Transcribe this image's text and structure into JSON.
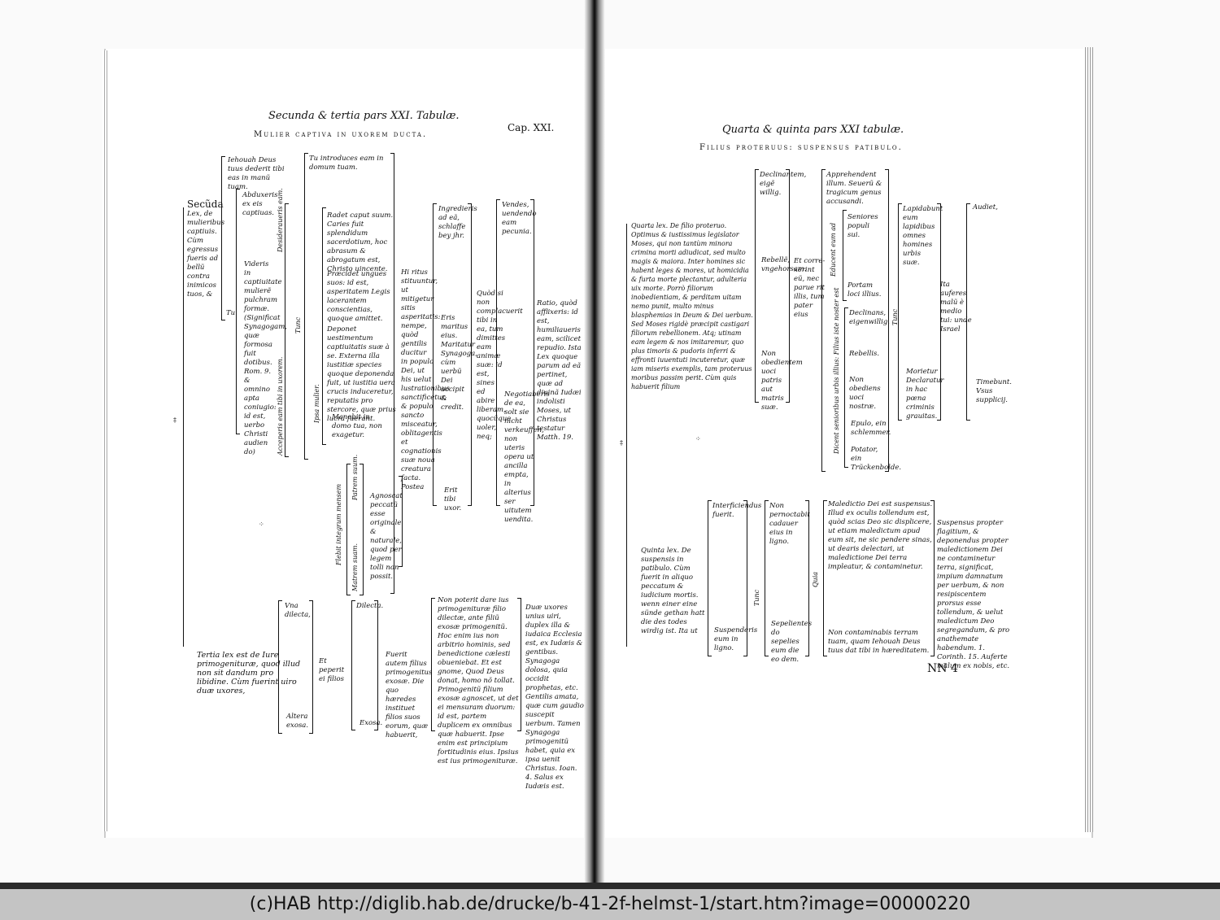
{
  "footer": "(c)HAB http://diglib.hab.de/drucke/b-41-2f-helmst-1/start.htm?image=00000220",
  "left": {
    "running_head": "Secunda & tertia pars XXI. Tabulæ.",
    "chapter": "Cap. XXI.",
    "title": "Mulier captiva in uxorem ducta.",
    "secunda_label": "Secũda",
    "secunda_text": "Lex, de mulieribus captiuis. Cùm egressus fueris ad bellũ contra inimicos tuos, &",
    "jehovah": "Iehouah Deus tuus dederit tibi eas in manũ tuam.",
    "abduxeris": "Abduxeris ex eis captiuas.",
    "tu": "Tu",
    "videris": "Videris in captiuitate mulierẽ pulchram formæ. (Significat Synagogam, quæ formosa fuit dotibus. Rom. 9. & omnino apta coniugio: id est, uerbo Christi audien do)",
    "dexamaueris": "Desideraueris eam.",
    "acceperis": "Acceperis eam tibi in uxorem.",
    "tunc": "Tunc",
    "introduces": "Tu introduces eam in domum tuam.",
    "radet": "Radet caput suum. Caries fuit splendidum sacerdotium, hoc abrasum & abrogatum est, Christo uincente.",
    "praecidet": "Præcidet ungues suos: id est, asperitatem Legis lacerantem conscientias, quoque amittet.",
    "deponet": "Deponet uestimentum captiuitatis suæ à se. Externa illa iustitiæ species quoque deponenda fuit, ut iustitia uera crucis induceretur, reputatis pro stercore, quæ prius lucra fuerant.",
    "manebit": "Manebit in domo tua, non exagetur.",
    "ipsa_mulier": "Ipsa mulier.",
    "flebit": "Flebit integrum mensem",
    "patrem": "Patrem suum.",
    "matrem": "Matrem suam.",
    "agnoscat": "Agnoscat peccatũ esse originale & naturale, quod per legem tolli non possit.",
    "hi_ritus": "Hi ritus stituuntur, ut mitigetur sitis asperitatis: nempe, quòd gentilis ducitur in populo Dei, ut his uelut lustrationibus sanctificetur, & populo sancto misceatur, oblitagentis et cognationis suæ noua creatura facta. Postea",
    "ingredieris": "Ingredieris ad eã, schlaffe bey jhr.",
    "eris": "Eris maritus eius. Maritatur Synagoga, cùm uerbũ Dei accipit & credit.",
    "erit": "Erit tibi uxor.",
    "quod": "Quòd si non complacuerit tibi in ea, tum dimittes eam animæ suæ: id est, sines ed abire liberam, quocũque uoler, neq;",
    "vendes": "Vendes, uendendo eam pecunia.",
    "negotiaberis": "Negotiaberis de ea, solt sie nicht verkeuffen, non uteris opera ut ancilla empta, in alterius ser uitutem uendita.",
    "ratio": "Ratio, quòd afflixeris: id est, humiliaueris eam, scilicet repudio. Ista Lex quoque parum ad eã pertinet, quæ ad diuinã Iudæi indolisti Moses, ut Christus testatur Matth. 19.",
    "tertia": "Tertia lex est de Iure primogenituræ, quod illud non sit dandum pro libidine. Cùm fuerint uiro duæ uxores,",
    "una": "Vna dilecta,",
    "altera": "Altera exosa.",
    "et_peperit": "Et peperit ei filios",
    "dilecta": "Dilecta.",
    "exosa": "Exosa.",
    "fuerit": "Fuerit autem filius primogenitus exosæ. Die quo hæredes instituet filios suos eorum, quæ habuerit,",
    "non_poterit": "Non poterit dare ius primogenituræ filio dilectæ, ante filiũ exosæ primogenitũ. Hoc enim ius non arbitrio hominis, sed benedictione cælesti obueniebat. Et est gnome, Quod Deus donat, homo nõ tollat. Primogenitũ filium exosæ agnoscet, ut det ei mensuram duorum: id est, partem duplicem ex omnibus quæ habuerit. Ipse enim est principium fortitudinis eius. Ipsius est ius primogenituræ.",
    "duae": "Duæ uxores unius uiri, duplex illa & iudaica Ecclesia est, ex Iudæis & gentibus. Synagoga dolosa, quia occidit prophetas, etc. Gentilis amata, quæ cum gaudio suscepit uerbum. Tamen Synagoga primogenitũ habet, quia ex ipsa uenit Christus. Ioan. 4. Salus ex Iudæis est."
  },
  "right": {
    "running_head": "Quarta & quinta pars XXI tabulæ.",
    "title": "Filius proteruus: suspensus patibulo.",
    "quarta": "Quarta lex. De filio proteruo. Optimus & iustissimus legislator Moses, qui non tantùm minora crimina morti adiudicat, sed multo magis & maiora. Inter homines sic habent leges & mores, ut homicidia & furta morte plectantur, adulteria uix morte. Porrò filiorum inobedientiam, & perditam uitam nemo punit, multo minus blasphemias in Deum & Dei uerbum. Sed Moses rigidè præcipit castigari filiorum rebellionem. Atq; utinam eam legem & nos imitaremur, quo plus timoris & pudoris inferri & effronti iuuentuti incuteretur, quæ iam miseris exemplis, tam proteruus moribus passim perit. Cùm quis habuerit filium",
    "declinantem": "Declinantem, eigẽ willig.",
    "rebellem": "Rebellẽ, vngehorsam.",
    "non_obedientem": "Non obedientem uoci patris aut matris suæ.",
    "et_corr": "Et corre- xerint eũ, nec parue rit illis, tum pater eius",
    "apprehendent": "Apprehendent illum. Seuerũ & tragicum genus accusandi.",
    "educent": "Educent eum ad",
    "seniores": "Seniores populi sui.",
    "portam": "Portam loci illius.",
    "dicent": "Dicent senioribus urbis illius: Filius iste noster est",
    "declinans": "Declinans, eigenwillig.",
    "rebellis": "Rebellis.",
    "non_obediens": "Non obediens uoci nostræ.",
    "epulo": "Epulo, ein schlemmer.",
    "potator": "Potator, ein Trũckenbolde.",
    "tunc": "Tunc",
    "lapidabunt": "Lapidabunt eum lapidibus omnes homines urbis suæ.",
    "morietur": "Morietur Declaratur in hac pœna criminis grauitas.",
    "ita_auferes": "Ita auferes malũ è medio tui: unde Israel",
    "audiet": "Audiet,",
    "timebunt": "Timebunt. Vsus supplicij.",
    "quinta": "Quinta lex. De suspensis in patibulo. Cùm fuerit in aliquo peccatum & iudicium mortis. wenn einer eine sünde gethan hatt die des todes wirdig ist. Ita ut",
    "interficiendus": "Interficiendus fuerit.",
    "suspenderis": "Suspenderis eum in ligno.",
    "tunc2": "Tunc",
    "non_pernoctabit": "Non pernoctabit cadauer eius in ligno.",
    "sepelientes": "Sepelientes do sepelies eum die eo dem.",
    "quia": "Quia",
    "maledictio": "Maledictio Dei est suspensus. Illud ex oculis tollendum est, quòd scias Deo sic displicere, ut etiam maledictum apud eum sit, ne sic pendere sinas, ut dearis delectari, ut maledictione Dei terra impleatur, & contaminetur.",
    "non_contaminabis": "Non contaminabis terram tuam, quam Iehouah Deus tuus dat tibi in hæreditatem.",
    "suspensus": "Suspensus propter flagitium, & deponendus propter maledictionem Dei ne contaminetur terra, significat, impium damnatum per uerbum, & non resipiscentem prorsus esse tollendum, & uelut maledictum Deo segregandum, & pro anathemate habendum. 1. Corinth. 15. Auferte malum ex nobis, etc.",
    "page_number": "NN 4"
  }
}
